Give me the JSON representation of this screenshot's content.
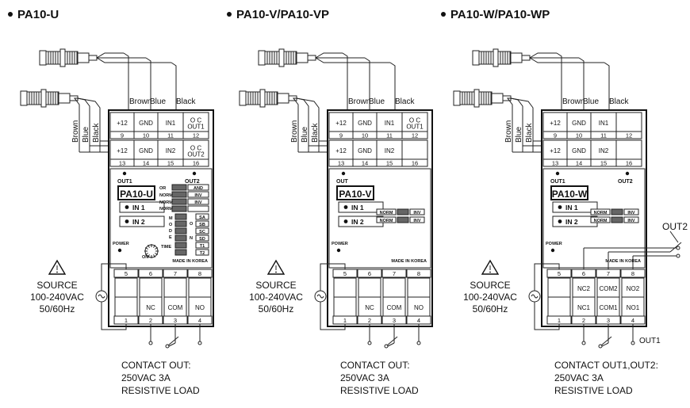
{
  "diagrams": [
    {
      "title": "PA10-U",
      "wire_labels": {
        "top": [
          "Brown",
          "Blue",
          "Black"
        ],
        "side": [
          "Brown",
          "Blue",
          "Black"
        ]
      },
      "top_cells": [
        {
          "label": "+12",
          "num": "9"
        },
        {
          "label": "GND",
          "num": "10"
        },
        {
          "label": "IN1",
          "num": "11"
        },
        {
          "label": "O C\nOUT1",
          "num": "12"
        },
        {
          "label": "+12",
          "num": "13"
        },
        {
          "label": "GND",
          "num": "14"
        },
        {
          "label": "IN2",
          "num": "15"
        },
        {
          "label": "O C\nOUT2",
          "num": "16"
        }
      ],
      "out_labels": [
        "OUT1",
        "OUT2"
      ],
      "model": "PA10-U",
      "inputs": [
        "IN 1",
        "IN 2"
      ],
      "switch_labels": [
        "OR",
        "AND",
        "NORM",
        "INV",
        "NORM",
        "INV",
        "NORM",
        "",
        "SA",
        "SB",
        "SC",
        "SD",
        "T1",
        "T2"
      ],
      "mode_letters": [
        "M",
        "O",
        "D",
        "E"
      ],
      "extra_labels": {
        "time": "TIME",
        "on": "ON"
      },
      "power": "POWER",
      "made_in": "MADE IN KOREA",
      "bottom_cells": [
        {
          "label": "",
          "num": "5"
        },
        {
          "label": "",
          "num": "6"
        },
        {
          "label": "",
          "num": "7"
        },
        {
          "label": "",
          "num": "8"
        },
        {
          "label": "",
          "num": "1"
        },
        {
          "label": "NC",
          "num": "2"
        },
        {
          "label": "COM",
          "num": "3"
        },
        {
          "label": "NO",
          "num": "4"
        }
      ],
      "source": [
        "SOURCE",
        "100-240VAC",
        "50/60Hz"
      ],
      "note": [
        "CONTACT OUT:",
        "250VAC 3A",
        "RESISTIVE LOAD"
      ],
      "out_terminal_labels": []
    },
    {
      "title": "PA10-V/PA10-VP",
      "wire_labels": {
        "top": [
          "Brown",
          "Blue",
          "Black"
        ],
        "side": [
          "Brown",
          "Blue",
          "Black"
        ]
      },
      "top_cells": [
        {
          "label": "+12",
          "num": "9"
        },
        {
          "label": "GND",
          "num": "10"
        },
        {
          "label": "IN1",
          "num": "11"
        },
        {
          "label": "O C\nOUT1",
          "num": "12"
        },
        {
          "label": "+12",
          "num": "13"
        },
        {
          "label": "GND",
          "num": "14"
        },
        {
          "label": "IN2",
          "num": "15"
        },
        {
          "label": "",
          "num": "16"
        }
      ],
      "out_labels": [
        "OUT",
        ""
      ],
      "model": "PA10-V",
      "inputs": [
        "IN 1",
        "IN 2"
      ],
      "switch_labels": [
        "NORM",
        "INV",
        "NORM",
        "INV"
      ],
      "power": "POWER",
      "made_in": "MADE IN KOREA",
      "bottom_cells": [
        {
          "label": "",
          "num": "5"
        },
        {
          "label": "",
          "num": "6"
        },
        {
          "label": "",
          "num": "7"
        },
        {
          "label": "",
          "num": "8"
        },
        {
          "label": "",
          "num": "1"
        },
        {
          "label": "NC",
          "num": "2"
        },
        {
          "label": "COM",
          "num": "3"
        },
        {
          "label": "NO",
          "num": "4"
        }
      ],
      "source": [
        "SOURCE",
        "100-240VAC",
        "50/60Hz"
      ],
      "note": [
        "CONTACT OUT:",
        "250VAC 3A",
        "RESISTIVE LOAD"
      ],
      "out_terminal_labels": []
    },
    {
      "title": "PA10-W/PA10-WP",
      "wire_labels": {
        "top": [
          "Brown",
          "Blue",
          "Black"
        ],
        "side": [
          "Brown",
          "Blue",
          "Black"
        ]
      },
      "top_cells": [
        {
          "label": "+12",
          "num": "9"
        },
        {
          "label": "GND",
          "num": "10"
        },
        {
          "label": "IN1",
          "num": "11"
        },
        {
          "label": "",
          "num": "12"
        },
        {
          "label": "+12",
          "num": "13"
        },
        {
          "label": "GND",
          "num": "14"
        },
        {
          "label": "IN2",
          "num": "15"
        },
        {
          "label": "",
          "num": "16"
        }
      ],
      "out_labels": [
        "OUT1",
        "OUT2"
      ],
      "model": "PA10-W",
      "inputs": [
        "IN 1",
        "IN 2"
      ],
      "switch_labels": [
        "NORM",
        "INV",
        "NORM",
        "INV"
      ],
      "power": "POWER",
      "made_in": "MADE IN KOREA",
      "bottom_cells": [
        {
          "label": "",
          "num": "5"
        },
        {
          "label": "NC2",
          "num": "6"
        },
        {
          "label": "COM2",
          "num": "7"
        },
        {
          "label": "NO2",
          "num": "8"
        },
        {
          "label": "",
          "num": "1"
        },
        {
          "label": "NC1",
          "num": "2"
        },
        {
          "label": "COM1",
          "num": "3"
        },
        {
          "label": "NO1",
          "num": "4"
        }
      ],
      "source": [
        "SOURCE",
        "100-240VAC",
        "50/60Hz"
      ],
      "note": [
        "CONTACT OUT1,OUT2:",
        "250VAC 3A",
        "RESISTIVE LOAD"
      ],
      "out_terminal_labels": [
        "OUT2",
        "OUT1"
      ]
    }
  ]
}
